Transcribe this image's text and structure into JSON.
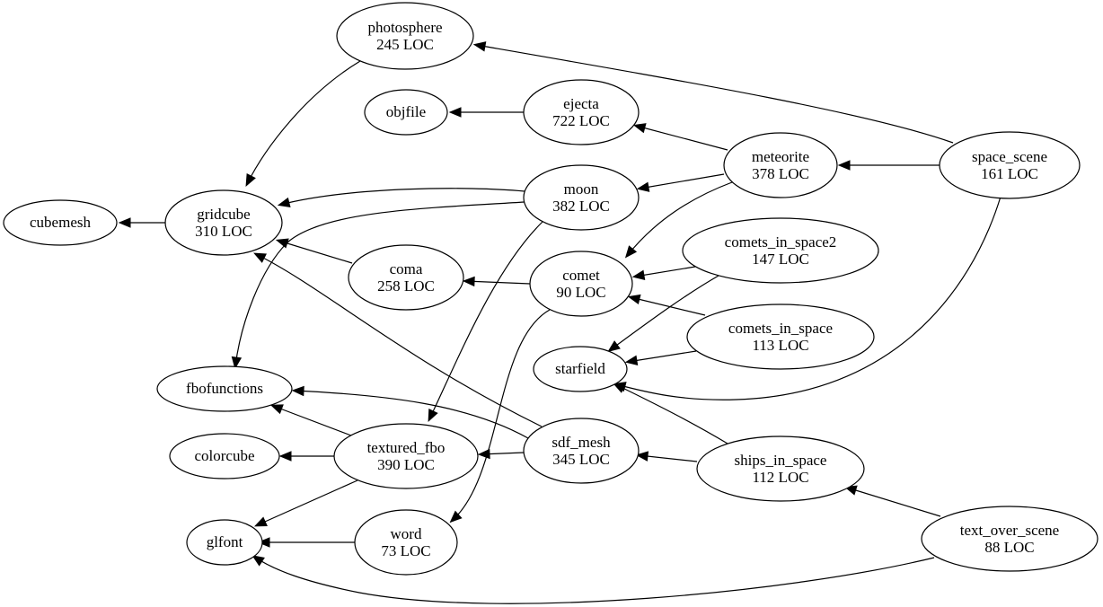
{
  "graph": {
    "nodes": [
      {
        "id": "photosphere",
        "name": "photosphere",
        "loc": "245 LOC"
      },
      {
        "id": "objfile",
        "name": "objfile",
        "loc": ""
      },
      {
        "id": "ejecta",
        "name": "ejecta",
        "loc": "722 LOC"
      },
      {
        "id": "meteorite",
        "name": "meteorite",
        "loc": "378 LOC"
      },
      {
        "id": "space_scene",
        "name": "space_scene",
        "loc": "161 LOC"
      },
      {
        "id": "cubemesh",
        "name": "cubemesh",
        "loc": ""
      },
      {
        "id": "gridcube",
        "name": "gridcube",
        "loc": "310 LOC"
      },
      {
        "id": "moon",
        "name": "moon",
        "loc": "382 LOC"
      },
      {
        "id": "comets_in_space2",
        "name": "comets_in_space2",
        "loc": "147 LOC"
      },
      {
        "id": "coma",
        "name": "coma",
        "loc": "258 LOC"
      },
      {
        "id": "comet",
        "name": "comet",
        "loc": "90 LOC"
      },
      {
        "id": "comets_in_space",
        "name": "comets_in_space",
        "loc": "113 LOC"
      },
      {
        "id": "starfield",
        "name": "starfield",
        "loc": ""
      },
      {
        "id": "fbofunctions",
        "name": "fbofunctions",
        "loc": ""
      },
      {
        "id": "textured_fbo",
        "name": "textured_fbo",
        "loc": "390 LOC"
      },
      {
        "id": "sdf_mesh",
        "name": "sdf_mesh",
        "loc": "345 LOC"
      },
      {
        "id": "ships_in_space",
        "name": "ships_in_space",
        "loc": "112 LOC"
      },
      {
        "id": "colorcube",
        "name": "colorcube",
        "loc": ""
      },
      {
        "id": "glfont",
        "name": "glfont",
        "loc": ""
      },
      {
        "id": "word",
        "name": "word",
        "loc": "73 LOC"
      },
      {
        "id": "text_over_scene",
        "name": "text_over_scene",
        "loc": "88 LOC"
      }
    ],
    "edges": [
      {
        "from": "space_scene",
        "to": "photosphere"
      },
      {
        "from": "space_scene",
        "to": "meteorite"
      },
      {
        "from": "space_scene",
        "to": "starfield"
      },
      {
        "from": "photosphere",
        "to": "gridcube"
      },
      {
        "from": "ejecta",
        "to": "objfile"
      },
      {
        "from": "meteorite",
        "to": "ejecta"
      },
      {
        "from": "meteorite",
        "to": "moon"
      },
      {
        "from": "meteorite",
        "to": "comet"
      },
      {
        "from": "gridcube",
        "to": "cubemesh"
      },
      {
        "from": "moon",
        "to": "gridcube"
      },
      {
        "from": "moon",
        "to": "fbofunctions"
      },
      {
        "from": "moon",
        "to": "textured_fbo"
      },
      {
        "from": "coma",
        "to": "gridcube"
      },
      {
        "from": "comet",
        "to": "coma"
      },
      {
        "from": "comet",
        "to": "word"
      },
      {
        "from": "comets_in_space2",
        "to": "comet"
      },
      {
        "from": "comets_in_space2",
        "to": "starfield"
      },
      {
        "from": "comets_in_space",
        "to": "comet"
      },
      {
        "from": "comets_in_space",
        "to": "starfield"
      },
      {
        "from": "sdf_mesh",
        "to": "gridcube"
      },
      {
        "from": "sdf_mesh",
        "to": "fbofunctions"
      },
      {
        "from": "sdf_mesh",
        "to": "textured_fbo"
      },
      {
        "from": "textured_fbo",
        "to": "fbofunctions"
      },
      {
        "from": "textured_fbo",
        "to": "colorcube"
      },
      {
        "from": "textured_fbo",
        "to": "glfont"
      },
      {
        "from": "word",
        "to": "glfont"
      },
      {
        "from": "ships_in_space",
        "to": "sdf_mesh"
      },
      {
        "from": "ships_in_space",
        "to": "starfield"
      },
      {
        "from": "text_over_scene",
        "to": "ships_in_space"
      },
      {
        "from": "text_over_scene",
        "to": "glfont"
      }
    ]
  }
}
